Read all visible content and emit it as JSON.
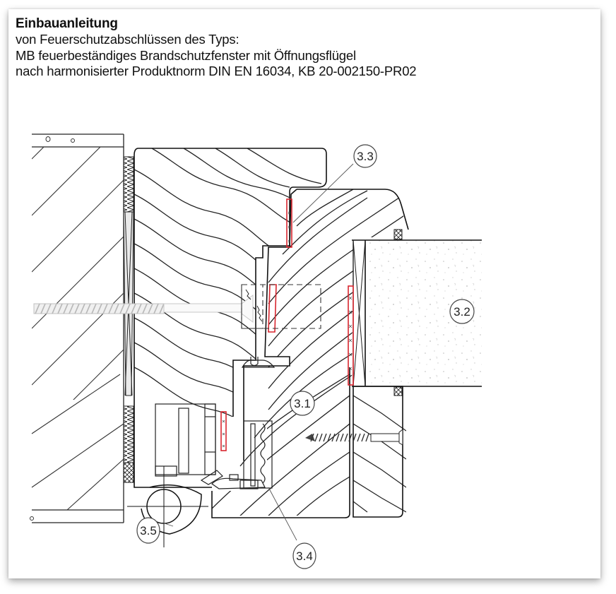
{
  "document": {
    "title": "Einbauanleitung",
    "subtitle_lines": [
      "von Feuerschutzabschlüssen des Typs:",
      "MB feuerbeständiges Brandschutzfenster mit Öffnungsflügel",
      "nach harmonisierter Produktnorm DIN EN 16034, KB 20-002150-PR02"
    ]
  },
  "drawing": {
    "type": "technical cross-section (window installation detail)",
    "callouts": [
      {
        "id": "3.1",
        "label": "3.1"
      },
      {
        "id": "3.2",
        "label": "3.2"
      },
      {
        "id": "3.3",
        "label": "3.3"
      },
      {
        "id": "3.4",
        "label": "3.4"
      },
      {
        "id": "3.5",
        "label": "3.5"
      }
    ],
    "colors": {
      "line": "#1a1a1a",
      "intumescent_strip": "#d8262f",
      "glass_fill": "#f4f4f4",
      "screw": "#c8c8c8"
    }
  }
}
